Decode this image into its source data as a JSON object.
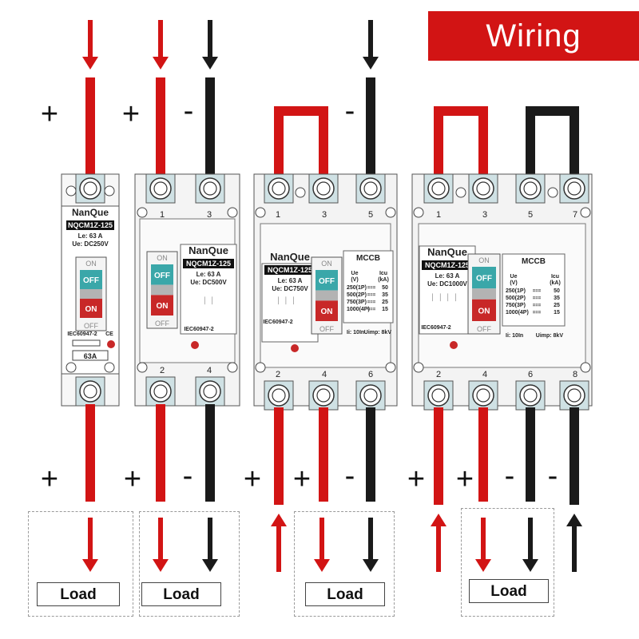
{
  "title": "Wiring",
  "brand": "NanQue",
  "colors": {
    "positive": "#d21414",
    "negative": "#1a1a1a",
    "handle": "#3aa7a9",
    "on": "#c82828",
    "off_mid": "#b3b3b3"
  },
  "breakers": [
    {
      "id": "1p",
      "model": "NQCM1Z-125",
      "ratings": [
        "Le: 63 A",
        "Ue: DC250V"
      ],
      "top_terminals": [],
      "bottom_terminals": [],
      "on_off": [
        "ON",
        "OFF",
        "ON",
        "OFF"
      ],
      "standard": "IEC60947-2",
      "rating_label": "63A"
    },
    {
      "id": "2p",
      "model": "NQCM1Z-125",
      "ratings": [
        "Le: 63 A",
        "Ue: DC500V"
      ],
      "top_terminals": [
        "1",
        "3"
      ],
      "bottom_terminals": [
        "2",
        "4"
      ],
      "on_off": [
        "ON",
        "OFF",
        "ON",
        "OFF"
      ],
      "standard": "IEC60947-2"
    },
    {
      "id": "3p",
      "model": "NQCM1Z-125",
      "ratings": [
        "Le: 63 A",
        "Ue: DC750V"
      ],
      "top_terminals": [
        "1",
        "3",
        "5"
      ],
      "bottom_terminals": [
        "2",
        "4",
        "6"
      ],
      "on_off": [
        "ON",
        "OFF",
        "ON",
        "OFF"
      ],
      "standard": "IEC60947-2",
      "mccb": {
        "title": "MCCB",
        "col1": [
          "Ue",
          "(V)"
        ],
        "col2": [
          "Icu",
          "(kA)"
        ],
        "rows": [
          [
            "250(1P)",
            "50"
          ],
          [
            "500(2P)",
            "35"
          ],
          [
            "750(3P)",
            "25"
          ],
          [
            "1000(4P)",
            "15"
          ]
        ],
        "footer": [
          "Ii: 10In",
          "Uimp: 8kV"
        ]
      }
    },
    {
      "id": "4p",
      "model": "NQCM1Z-125",
      "ratings": [
        "Le: 63 A",
        "Ue: DC1000V"
      ],
      "top_terminals": [
        "1",
        "3",
        "5",
        "7"
      ],
      "bottom_terminals": [
        "2",
        "4",
        "6",
        "8"
      ],
      "on_off": [
        "ON",
        "OFF",
        "ON",
        "OFF"
      ],
      "standard": "IEC60947-2",
      "mccb": {
        "title": "MCCB",
        "col1": [
          "Ue",
          "(V)"
        ],
        "col2": [
          "Icu",
          "(kA)"
        ],
        "rows": [
          [
            "250(1P)",
            "50"
          ],
          [
            "500(2P)",
            "35"
          ],
          [
            "750(3P)",
            "25"
          ],
          [
            "1000(4P)",
            "15"
          ]
        ],
        "footer": [
          "Ii: 10In",
          "Uimp: 8kV"
        ]
      }
    }
  ],
  "polarity": {
    "plus": "+",
    "minus": "-"
  },
  "load_label": "Load",
  "eq_sign": "==="
}
